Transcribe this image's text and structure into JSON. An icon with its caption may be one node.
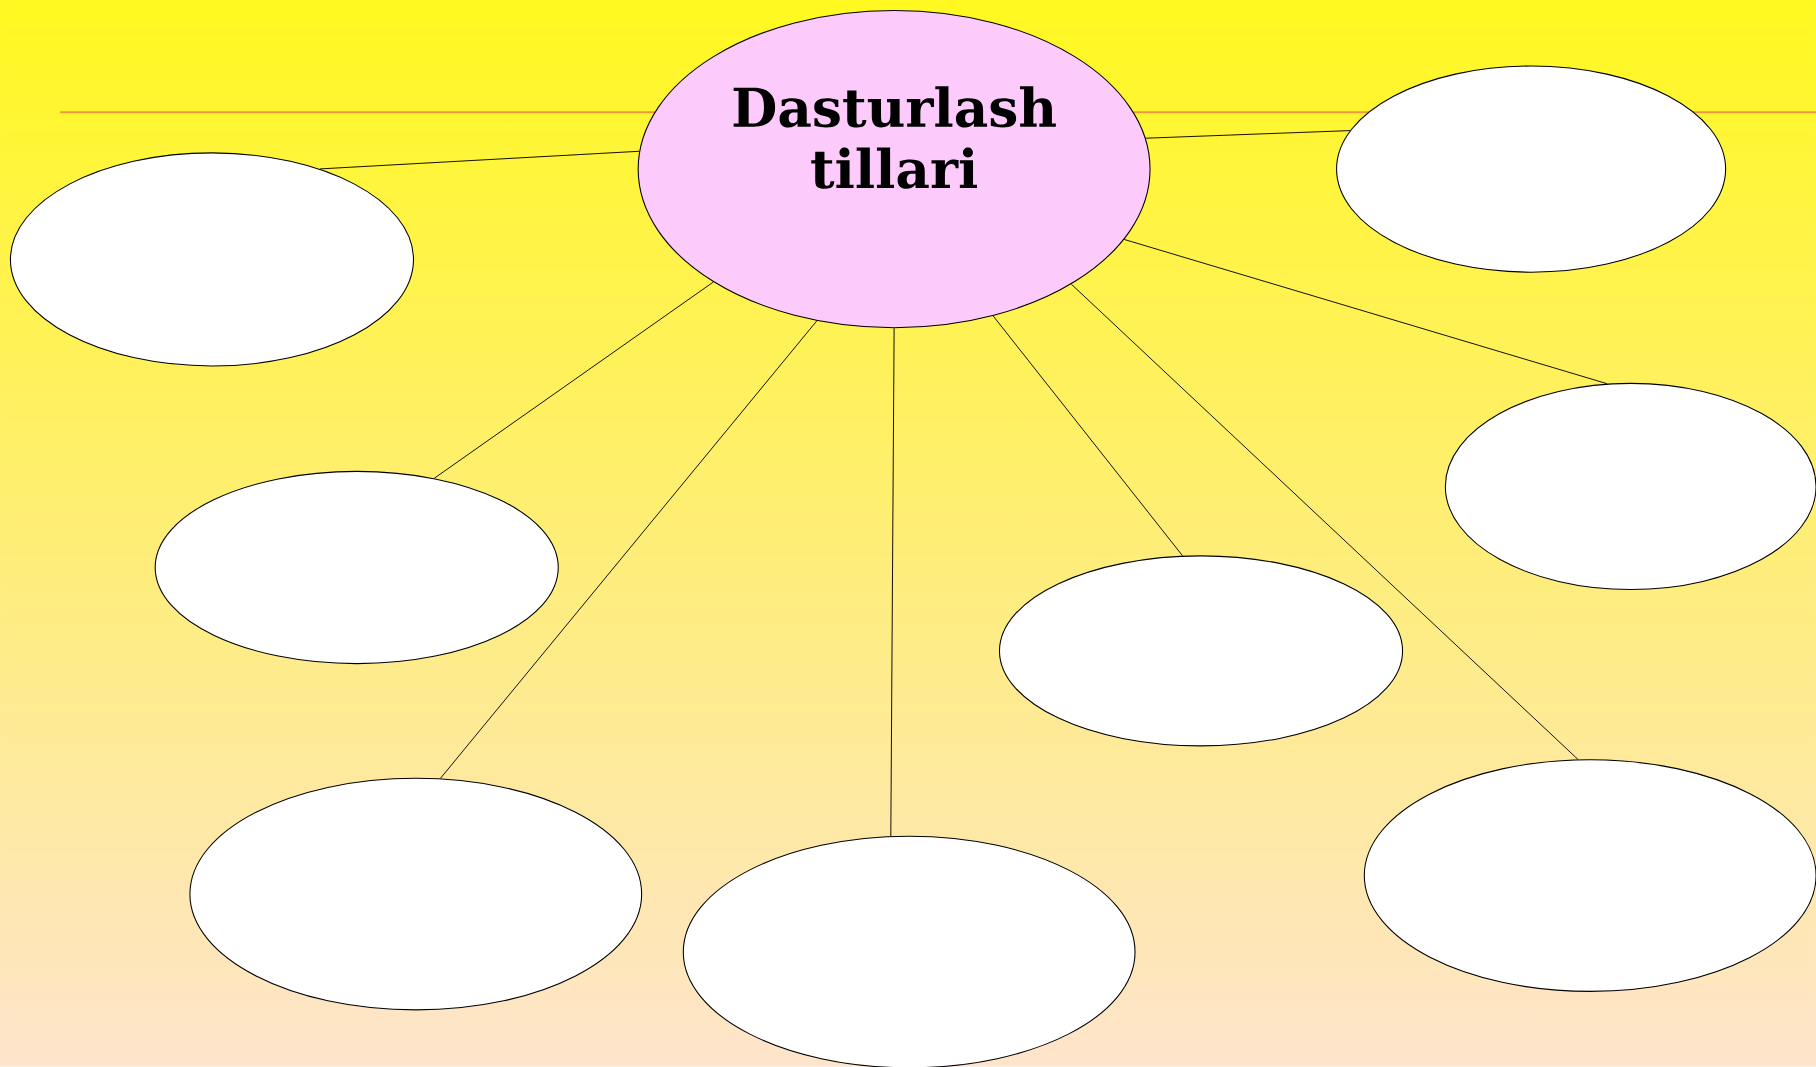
{
  "diagram": {
    "nodes": [
      {
        "text": [
          "Dasturlash tillari"
        ]
      },
      {
        "text": [],
        "shape": "ellipse"
      },
      {
        "text": [],
        "shape": "ellipse"
      },
      {
        "text": [],
        "shape": "ellipse"
      },
      {
        "text": [],
        "shape": "ellipse"
      },
      {
        "text": [],
        "shape": "ellipse"
      },
      {
        "text": [],
        "shape": "ellipse"
      },
      {
        "text": [],
        "shape": "ellipse"
      },
      {
        "text": [],
        "shape": "ellipse"
      }
    ],
    "edges": [
      {
        "from": 0,
        "to": 1,
        "arrow": "none"
      },
      {
        "from": 0,
        "to": 2,
        "arrow": "none"
      },
      {
        "from": 0,
        "to": 3,
        "arrow": "none"
      },
      {
        "from": 0,
        "to": 4,
        "arrow": "none"
      },
      {
        "from": 0,
        "to": 5,
        "arrow": "none"
      },
      {
        "from": 0,
        "to": 6,
        "arrow": "none"
      },
      {
        "from": 0,
        "to": 7,
        "arrow": "none"
      },
      {
        "from": 0,
        "to": 8,
        "arrow": "none"
      }
    ]
  }
}
